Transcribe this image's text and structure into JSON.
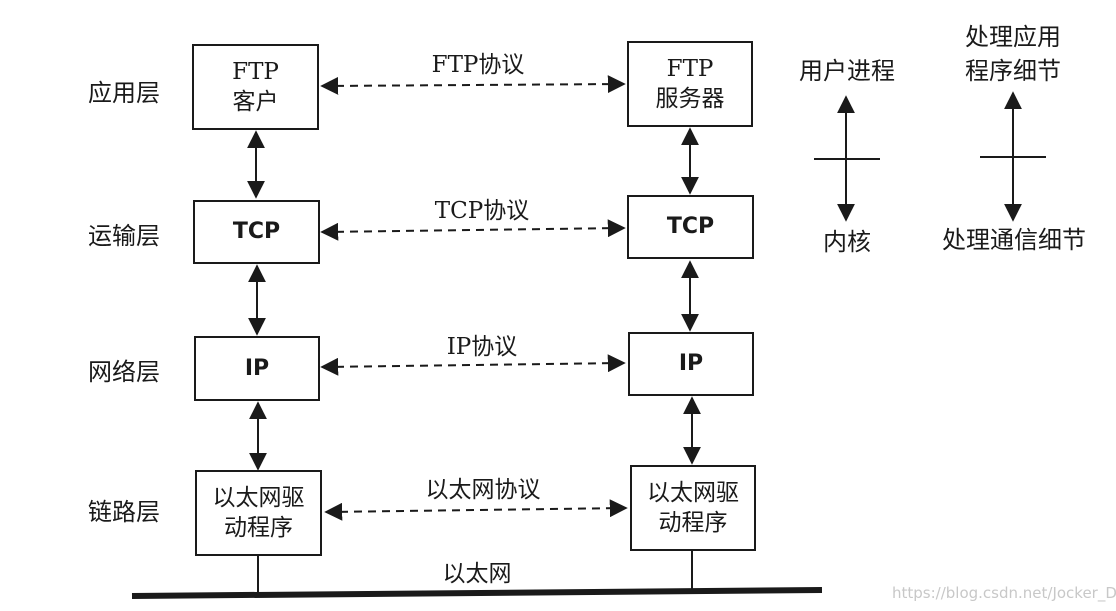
{
  "layers": {
    "application": "应用层",
    "transport": "运输层",
    "network": "网络层",
    "link": "链路层"
  },
  "client": {
    "ftp": [
      "FTP",
      "客户"
    ],
    "tcp": "TCP",
    "ip": "IP",
    "eth": [
      "以太网驱",
      "动程序"
    ]
  },
  "server": {
    "ftp": [
      "FTP",
      "服务器"
    ],
    "tcp": "TCP",
    "ip": "IP",
    "eth": [
      "以太网驱",
      "动程序"
    ]
  },
  "protocols": {
    "ftp": "FTP协议",
    "tcp": "TCP协议",
    "ip": "IP协议",
    "eth": "以太网协议"
  },
  "medium": "以太网",
  "legend_left": {
    "top": "用户进程",
    "bottom": "内核"
  },
  "legend_right": {
    "top": [
      "处理应用",
      "程序细节"
    ],
    "bottom": "处理通信细节"
  },
  "watermark": "https://blog.csdn.net/Jocker_D"
}
